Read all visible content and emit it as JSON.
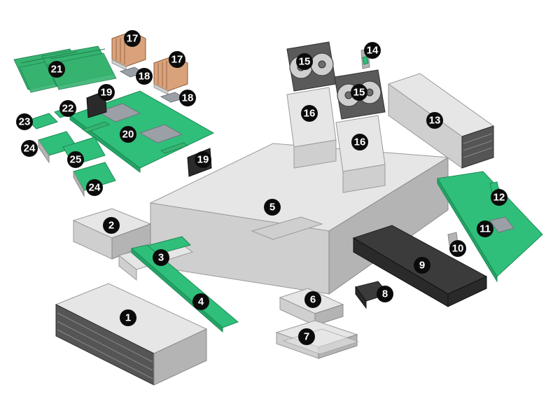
{
  "diagram": {
    "type": "exploded-view",
    "callouts": [
      {
        "id": "callout-1",
        "label": "1"
      },
      {
        "id": "callout-2",
        "label": "2"
      },
      {
        "id": "callout-3",
        "label": "3"
      },
      {
        "id": "callout-4",
        "label": "4"
      },
      {
        "id": "callout-5",
        "label": "5"
      },
      {
        "id": "callout-6",
        "label": "6"
      },
      {
        "id": "callout-7",
        "label": "7"
      },
      {
        "id": "callout-8",
        "label": "8"
      },
      {
        "id": "callout-9",
        "label": "9"
      },
      {
        "id": "callout-10",
        "label": "10"
      },
      {
        "id": "callout-11",
        "label": "11"
      },
      {
        "id": "callout-12",
        "label": "12"
      },
      {
        "id": "callout-13",
        "label": "13"
      },
      {
        "id": "callout-14",
        "label": "14"
      },
      {
        "id": "callout-15a",
        "label": "15"
      },
      {
        "id": "callout-15b",
        "label": "15"
      },
      {
        "id": "callout-16a",
        "label": "16"
      },
      {
        "id": "callout-16b",
        "label": "16"
      },
      {
        "id": "callout-17a",
        "label": "17"
      },
      {
        "id": "callout-17b",
        "label": "17"
      },
      {
        "id": "callout-18a",
        "label": "18"
      },
      {
        "id": "callout-18b",
        "label": "18"
      },
      {
        "id": "callout-19a",
        "label": "19"
      },
      {
        "id": "callout-19b",
        "label": "19"
      },
      {
        "id": "callout-20",
        "label": "20"
      },
      {
        "id": "callout-21",
        "label": "21"
      },
      {
        "id": "callout-22",
        "label": "22"
      },
      {
        "id": "callout-23",
        "label": "23"
      },
      {
        "id": "callout-24a",
        "label": "24"
      },
      {
        "id": "callout-24b",
        "label": "24"
      },
      {
        "id": "callout-25",
        "label": "25"
      }
    ]
  }
}
